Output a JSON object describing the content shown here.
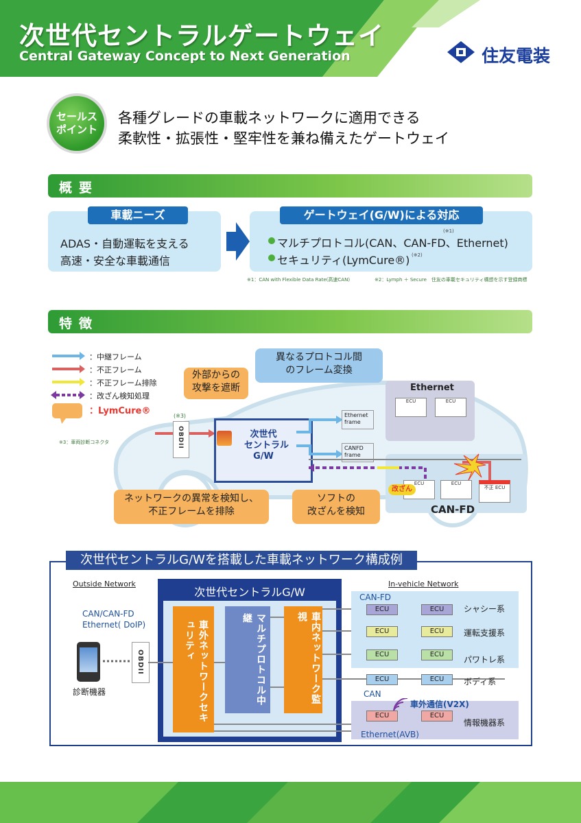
{
  "header": {
    "title": "次世代セントラルゲートウェイ",
    "subtitle": "Central Gateway Concept to Next Generation",
    "logo_text": "住友電装"
  },
  "sales_point": {
    "badge_line1": "セールス",
    "badge_line2": "ポイント",
    "line1": "各種グレードの車載ネットワークに適用できる",
    "line2": "柔軟性・拡張性・堅牢性を兼ね備えたゲートウェイ"
  },
  "overview": {
    "section_label": "概要",
    "needs_title": "車載ニーズ",
    "needs_line1": "ADAS・自動運転を支える",
    "needs_line2": "高速・安全な車載通信",
    "response_title": "ゲートウェイ(G/W)による対応",
    "response_item1": "マルチプロトコル(CAN、CAN-FD、Ethernet)",
    "response_item1_note": "(※1)",
    "response_item2": "セキュリティ(LymCure®)",
    "response_item2_note": "(※2)",
    "footnote1": "※1：CAN with Flexible Data Rate(高速CAN)",
    "footnote2": "※2：Lymph ＋ Secure　住友の車載セキュリティ構想を示す登録商標"
  },
  "features": {
    "section_label": "特徴",
    "legend": [
      {
        "label": "：中継フレーム",
        "color": "#6cb5e4"
      },
      {
        "label": "：不正フレーム",
        "color": "#d9615f"
      },
      {
        "label": "：不正フレーム排除",
        "color": "#f1e73b"
      },
      {
        "label": "：改ざん検知処理",
        "color": "#7b3aa0"
      },
      {
        "label": "：LymCure®",
        "color": "#f6b25c"
      }
    ],
    "note3_mark": "(※3)",
    "note3_text": "※3：車両診断コネクタ",
    "obdii": "OBDII",
    "gw_line1": "次世代",
    "gw_line2": "セントラル",
    "gw_line3": "G/W",
    "callout_attack_1": "外部からの",
    "callout_attack_2": "攻撃を遮断",
    "callout_convert_1": "異なるプロトコル間",
    "callout_convert_2": "のフレーム変換",
    "callout_detect_1": "ネットワークの異常を検知し、",
    "callout_detect_2": "不正フレームを排除",
    "callout_tamper_1": "ソフトの",
    "callout_tamper_2": "改ざんを検知",
    "ethernet_label": "Ethernet",
    "canfd_label": "CAN-FD",
    "ecu": "ECU",
    "illegal_ecu": "不正 ECU",
    "tamper_badge": "改ざん",
    "eth_frame_1": "Ethernet",
    "eth_frame_2": "frame",
    "canfd_frame_1": "CANFD",
    "canfd_frame_2": "frame"
  },
  "network": {
    "title": "次世代セントラルG/Wを搭載した車載ネットワーク構成例",
    "outside_label": "Outside Network",
    "inside_label": "In-vehicle Network",
    "outside_proto_1": "CAN/CAN-FD",
    "outside_proto_2": "Ethernet( DoIP)",
    "device_label": "診断機器",
    "obdii": "OBDII",
    "gw_title": "次世代セントラルG/W",
    "block1": "車外ネットワークセキュリティ",
    "block2": "マルチプロトコル中継",
    "block3": "車内ネットワーク監視",
    "canfd_label": "CAN-FD",
    "can_label": "CAN",
    "ethernet_label": "Ethernet(AVB)",
    "v2x_label": "車外通信(V2X)",
    "ecu": "ECU",
    "systems": [
      "シャシー系",
      "運転支援系",
      "パワトレ系",
      "ボディ系",
      "情報機器系"
    ]
  },
  "colors": {
    "green_dark": "#2e9b35",
    "green_light": "#8fd062",
    "blue_brand": "#1b3e9c",
    "orange": "#f39a2e"
  }
}
